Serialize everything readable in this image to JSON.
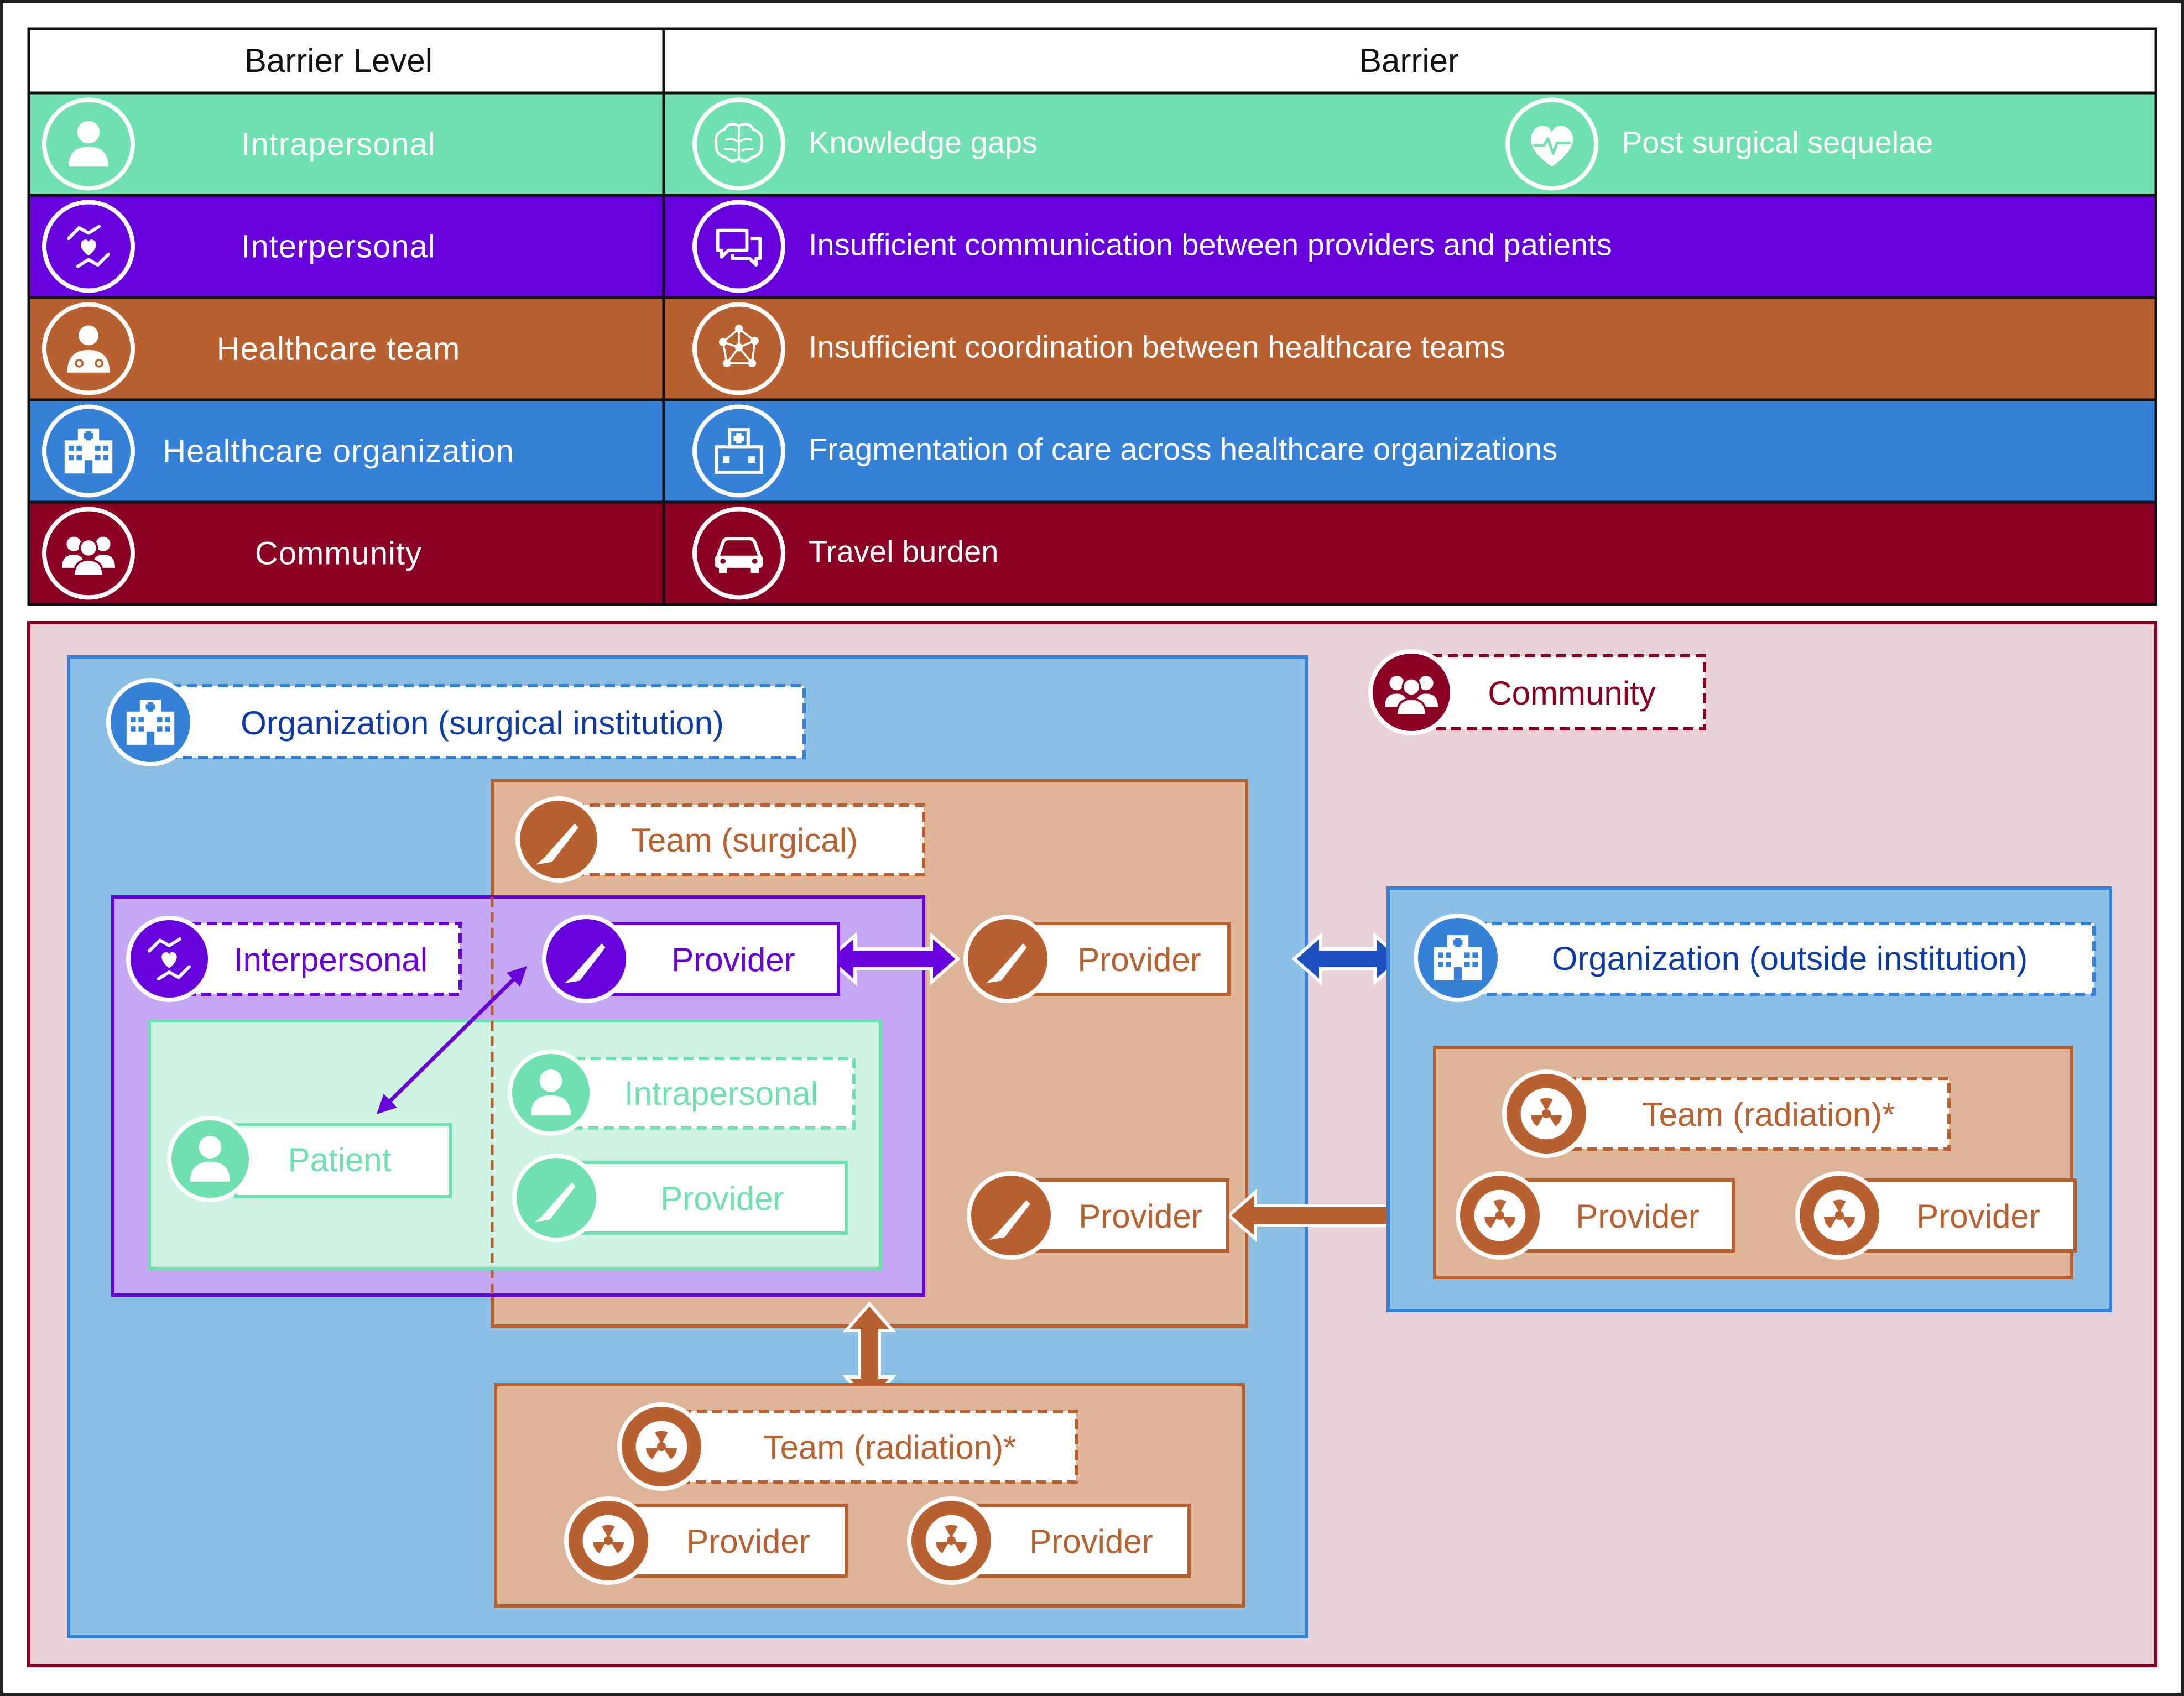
{
  "table": {
    "header": {
      "level": "Barrier Level",
      "barrier": "Barrier"
    },
    "rows": [
      {
        "level": "Intrapersonal",
        "level_icon": "person-icon",
        "color": "#6FE0B0",
        "text_color": "#ffffff",
        "barriers": [
          {
            "label": "Knowledge gaps",
            "icon": "brain-icon"
          },
          {
            "label": "Post surgical sequelae",
            "icon": "heart-pulse-icon"
          }
        ]
      },
      {
        "level": "Interpersonal",
        "level_icon": "hands-heart-icon",
        "color": "#6600DD",
        "text_color": "#ffffff",
        "barriers": [
          {
            "label": "Insufficient communication between providers and patients",
            "icon": "chat-bubbles-icon"
          }
        ]
      },
      {
        "level": "Healthcare team",
        "level_icon": "doctor-icon",
        "color": "#B86030",
        "text_color": "#ffffff",
        "barriers": [
          {
            "label": "Insufficient coordination between healthcare teams",
            "icon": "network-icon"
          }
        ]
      },
      {
        "level": "Healthcare organization",
        "level_icon": "hospital-icon",
        "color": "#3581D8",
        "text_color": "#ffffff",
        "barriers": [
          {
            "label": "Fragmentation of care across healthcare organizations",
            "icon": "hospital-building-icon"
          }
        ]
      },
      {
        "level": "Community",
        "level_icon": "group-icon",
        "color": "#8B0022",
        "text_color": "#ffffff",
        "barriers": [
          {
            "label": "Travel burden",
            "icon": "car-icon"
          }
        ]
      }
    ]
  },
  "diagram": {
    "colors": {
      "community": "#8B0022",
      "community_bg": "#E9D2D7",
      "org": "#3581D8",
      "org_bg": "#8BBFE6",
      "org_text": "#0C3BA8",
      "team": "#B86030",
      "team_bg": "#DDB498",
      "inter": "#6600DD",
      "inter_bg": "#C6A7F3",
      "intra": "#6FE0B0",
      "intra_bg": "#CEF3E2"
    },
    "community_label": "Community",
    "org_surgical_label": "Organization (surgical institution)",
    "org_outside_label": "Organization (outside institution)",
    "team_surgical_label": "Team (surgical)",
    "interpersonal_label": "Interpersonal",
    "intrapersonal_label": "Intrapersonal",
    "patient_label": "Patient",
    "provider_label": "Provider",
    "team_radiation_label": "Team (radiation)*"
  }
}
